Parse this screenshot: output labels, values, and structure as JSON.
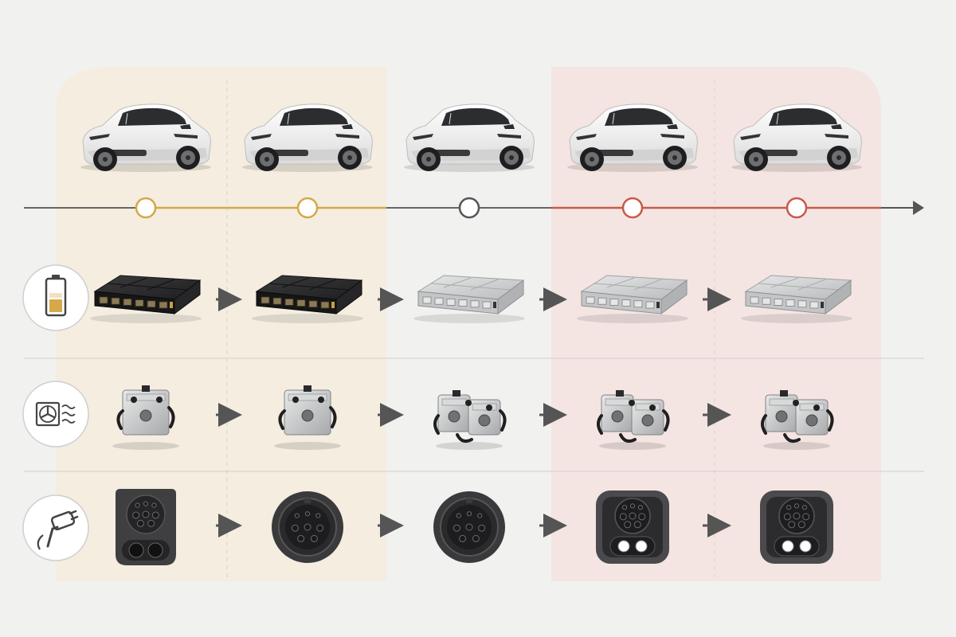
{
  "colors": {
    "background": "#f1f1f0",
    "band_gold": "#f3ecdf",
    "band_neutral": "#f1f1f0",
    "band_red": "#f3e4e1",
    "gold": "#d6a84a",
    "gray": "#555555",
    "red": "#c8594a",
    "pack_dark": "#2e2e30",
    "pack_light": "#cfd0d0",
    "connector": "#3a3a3c"
  },
  "timeline": {
    "stages": [
      {
        "marker_color": "gold",
        "pack": "dark-pack",
        "thermal": "compact-module",
        "connector": "combo-connector"
      },
      {
        "marker_color": "gold",
        "pack": "dark-pack",
        "thermal": "compact-module",
        "connector": "round-connector"
      },
      {
        "marker_color": "gray",
        "pack": "silver-pack",
        "thermal": "dual-module",
        "connector": "round-connector"
      },
      {
        "marker_color": "red",
        "pack": "silver-pack",
        "thermal": "dual-module",
        "connector": "combo-connector"
      },
      {
        "marker_color": "red",
        "pack": "silver-pack",
        "thermal": "dual-module",
        "connector": "combo-connector"
      }
    ]
  },
  "rows": [
    {
      "icon": "battery-icon"
    },
    {
      "icon": "thermal-management-icon"
    },
    {
      "icon": "charging-plug-icon"
    }
  ]
}
